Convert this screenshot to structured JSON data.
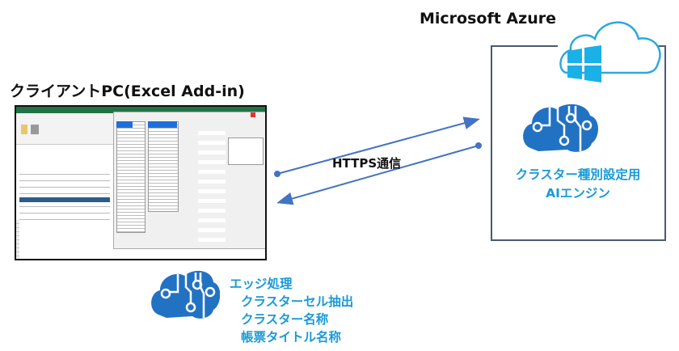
{
  "azure": {
    "title": "Microsoft Azure",
    "engine_line1": "クラスター種別設定用",
    "engine_line2": "AIエンジン"
  },
  "client": {
    "title": "クライアントPC(Excel Add-in)"
  },
  "connection": {
    "label": "HTTPS通信"
  },
  "edge": {
    "title": "エッジ処理",
    "items": [
      "クラスターセル抽出",
      "クラスター名称",
      "帳票タイトル名称"
    ]
  },
  "colors": {
    "arrow": "#4472c4",
    "brain": "#2272c3",
    "text_accent": "#1a9ad6",
    "excel_green": "#217346"
  }
}
